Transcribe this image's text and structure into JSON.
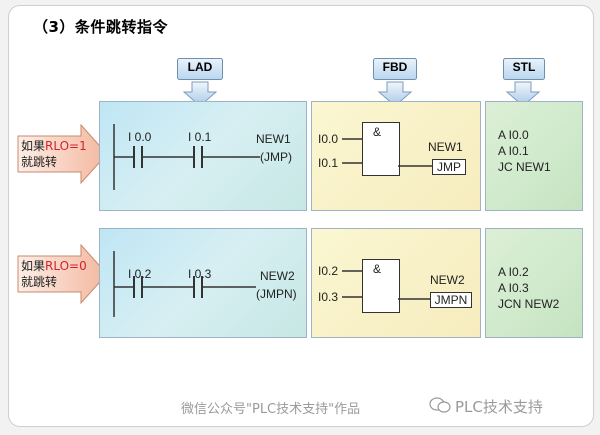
{
  "title": "（3）条件跳转指令",
  "headers": {
    "lad": "LAD",
    "fbd": "FBD",
    "stl": "STL"
  },
  "rows": [
    {
      "cond_prefix": "如果",
      "cond_rlo": "RLO=1",
      "cond_suffix": "就跳转",
      "contact1": "I 0.0",
      "contact2": "I 0.1",
      "label": "NEW1",
      "coil": "(JMP)",
      "fbd_in1": "I0.0",
      "fbd_in2": "I0.1",
      "fbd_gate": "&",
      "fbd_label": "NEW1",
      "fbd_box": "JMP",
      "stl": [
        "A  I0.0",
        "A  I0.1",
        "JC  NEW1"
      ]
    },
    {
      "cond_prefix": "如果",
      "cond_rlo": "RLO=0",
      "cond_suffix": "就跳转",
      "contact1": "I 0.2",
      "contact2": "I 0.3",
      "label": "NEW2",
      "coil": "(JMPN)",
      "fbd_in1": "I0.2",
      "fbd_in2": "I0.3",
      "fbd_gate": "&",
      "fbd_label": "NEW2",
      "fbd_box": "JMPN",
      "stl": [
        "A  I0.2",
        "A  I0.3",
        "JCN  NEW2"
      ]
    }
  ],
  "watermark_left": "微信公众号\"PLC技术支持\"作品",
  "watermark_right": "PLC技术支持"
}
